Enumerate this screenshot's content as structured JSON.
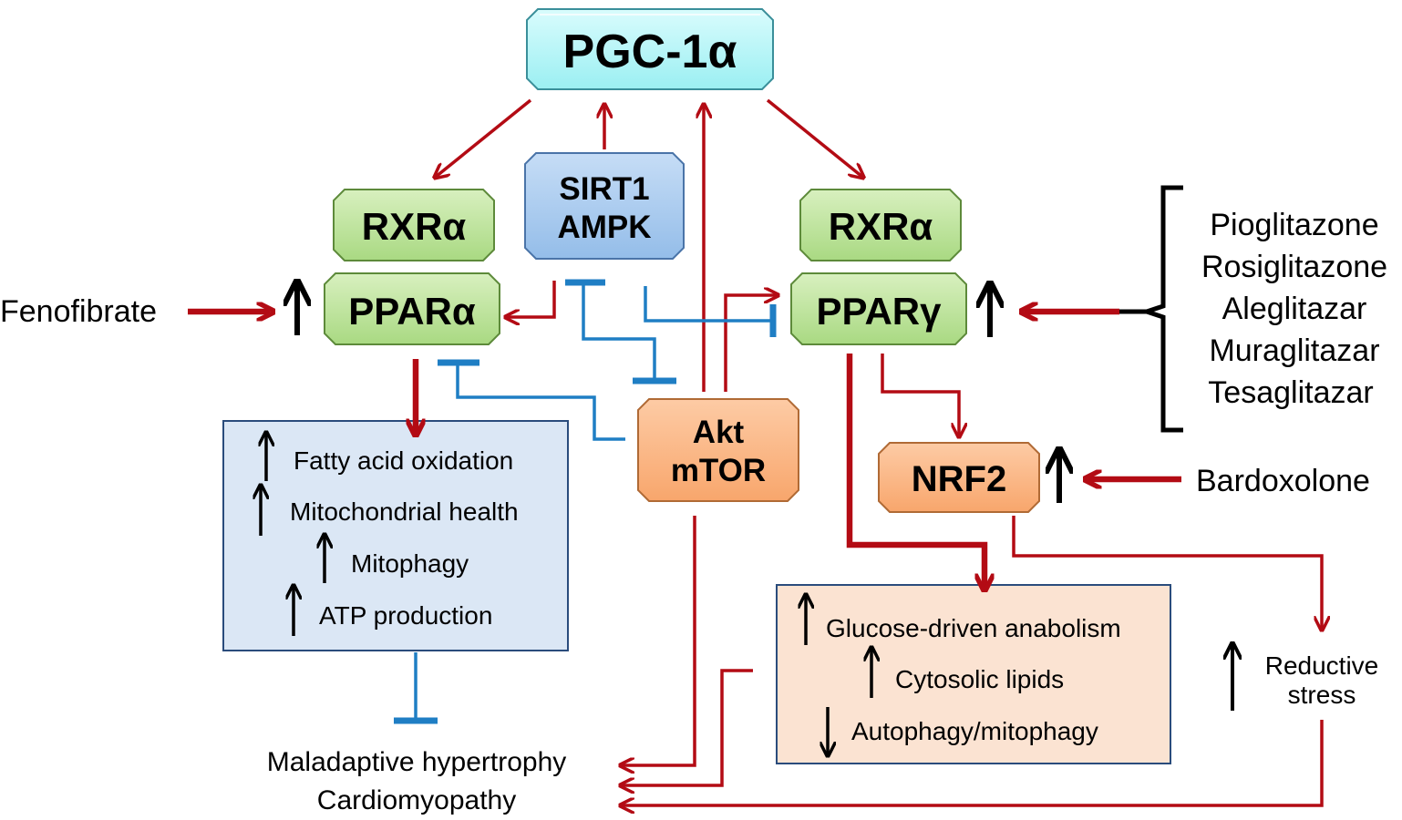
{
  "nodes": {
    "pgc1a": "PGC-1α",
    "sirt1": "SIRT1",
    "ampk": "AMPK",
    "rxra_left": "RXRα",
    "ppara": "PPARα",
    "rxra_right": "RXRα",
    "pparg": "PPARγ",
    "akt": "Akt",
    "mtor": "mTOR",
    "nrf2": "NRF2"
  },
  "drugs": {
    "fenofibrate": "Fenofibrate",
    "bardoxolone": "Bardoxolone",
    "ppar_agonists": [
      "Pioglitazone",
      "Rosiglitazone",
      "Aleglitazar",
      "Muraglitazar",
      "Tesaglitazar"
    ]
  },
  "left_effects": [
    {
      "dir": "up",
      "text": "Fatty acid oxidation"
    },
    {
      "dir": "up",
      "text": "Mitochondrial health"
    },
    {
      "dir": "up",
      "text": "Mitophagy"
    },
    {
      "dir": "up",
      "text": "ATP production"
    }
  ],
  "right_effects": [
    {
      "dir": "up",
      "text": "Glucose-driven anabolism"
    },
    {
      "dir": "up",
      "text": "Cytosolic lipids"
    },
    {
      "dir": "down",
      "text": "Autophagy/mitophagy"
    }
  ],
  "reductive_stress": [
    "Reductive",
    "stress"
  ],
  "outcome": [
    "Maladaptive hypertrophy",
    "Cardiomyopathy"
  ],
  "colors": {
    "red_arrow": "#b30b14",
    "blue_inhibit": "#1f7ec4",
    "pgc_fill": "#aef3f5",
    "green_fill": "#c2e6a0",
    "blue_fill": "#a7cbef",
    "orange_fill": "#fbb98a",
    "left_panel": "#dbe7f5",
    "right_panel": "#fbe3d2"
  }
}
